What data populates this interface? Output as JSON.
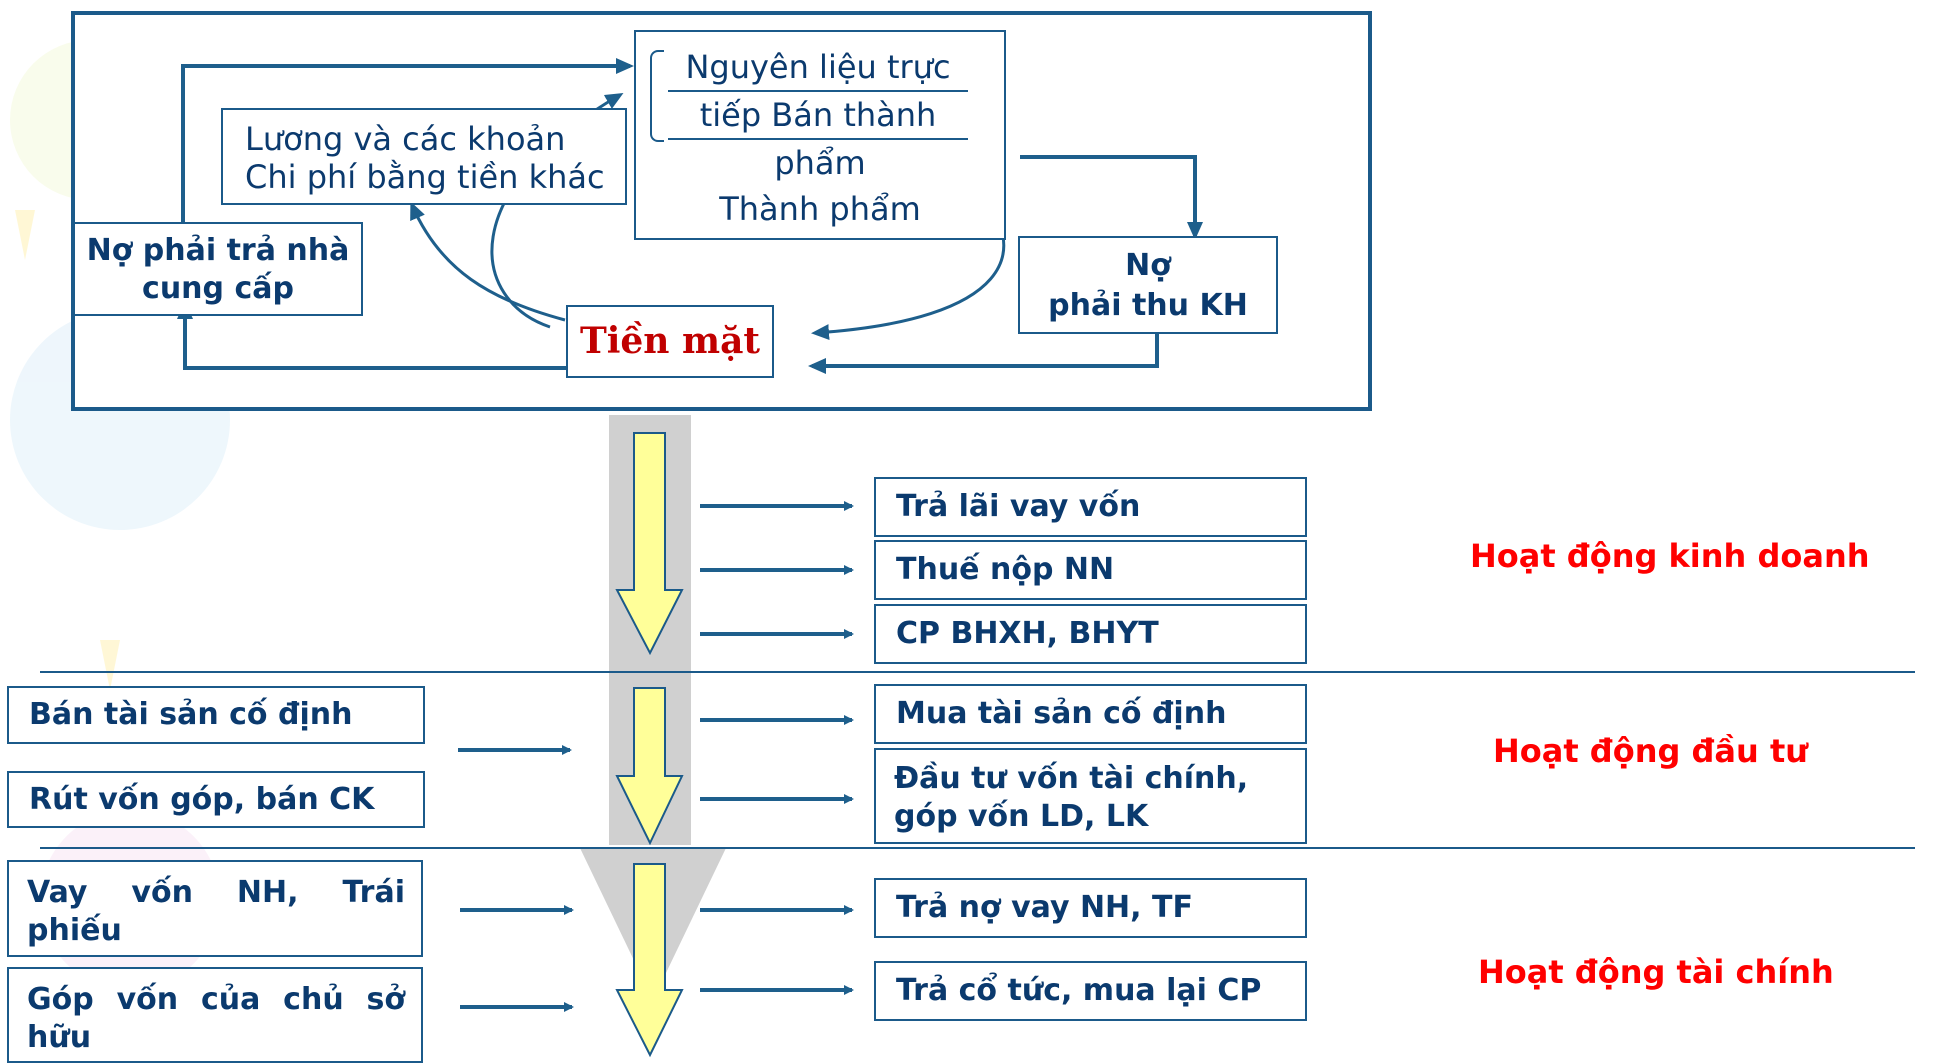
{
  "cycle": {
    "supplier_debt": "Nợ  phải trả nhà cung cấp",
    "wages_box": {
      "line1": "Lương và các khoản",
      "line2": "Chi phí bằng tiền khác"
    },
    "inventory_box": {
      "line1": "Nguyên liệu trực",
      "line2": "tiếp Bán thành",
      "line3": "phẩm",
      "line4": "Thành phẩm"
    },
    "receivable": {
      "line1": "Nợ",
      "line2": "phải thu KH"
    },
    "cash": "Tiền mặt"
  },
  "operating": {
    "label": "Hoạt động kinh doanh",
    "outflows": [
      "Trả lãi vay vốn",
      "Thuế nộp NN",
      "CP BHXH, BHYT"
    ]
  },
  "investing": {
    "label": "Hoạt động đầu tư",
    "inflows": [
      "Bán tài sản cố định",
      "Rút vốn góp, bán CK"
    ],
    "outflows": [
      "Mua tài sản cố định",
      "Đầu tư vốn tài chính, góp vốn LD, LK"
    ]
  },
  "financing": {
    "label": "Hoạt động tài chính",
    "inflows": [
      "Vay vốn NH, Trái phiếu",
      "Góp vốn của chủ sở hữu"
    ],
    "outflows": [
      "Trả nợ vay NH, TF",
      "Trả cổ tức, mua lại CP"
    ]
  },
  "colors": {
    "box_border": "#1b5a8a",
    "arrow_blue": "#1e5f8c",
    "activity_label": "#ff0000",
    "cash_text": "#c00000",
    "flow_arrow_fill": "#ffff99",
    "flow_band": "#d0d0d0"
  }
}
